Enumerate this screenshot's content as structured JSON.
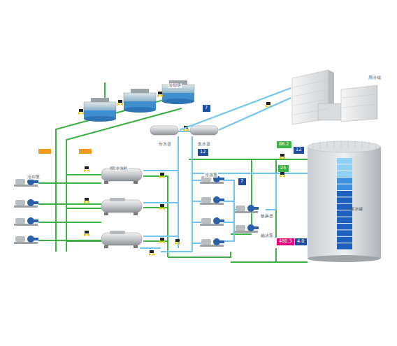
{
  "diagram": {
    "nodes": [
      {
        "text": [
          "冷却塔"
        ]
      },
      {
        "text": [
          "冷冻机"
        ]
      },
      {
        "text": [
          "冷冻泵"
        ]
      },
      {
        "text": [
          "冷却泵"
        ]
      },
      {
        "text": [
          "分水器"
        ]
      },
      {
        "text": [
          "集水器"
        ]
      },
      {
        "text": [
          "用冷端"
        ]
      },
      {
        "text": [
          "蓄冰罐"
        ]
      },
      {
        "text": [
          "板换器"
        ]
      },
      {
        "text": [
          "融冰泵"
        ]
      },
      {
        "text": [
          "7"
        ]
      },
      {
        "text": [
          "12"
        ]
      },
      {
        "text": [
          "7"
        ]
      },
      {
        "text": [
          "86.2"
        ]
      },
      {
        "text": [
          "12"
        ]
      },
      {
        "text": [
          "25"
        ]
      },
      {
        "text": [
          "480.3"
        ]
      },
      {
        "text": [
          "4.0"
        ]
      }
    ],
    "edges": [
      {
        "from": 4,
        "to": 6,
        "arrow": "none"
      },
      {
        "from": 5,
        "to": 6,
        "arrow": "none"
      }
    ]
  }
}
